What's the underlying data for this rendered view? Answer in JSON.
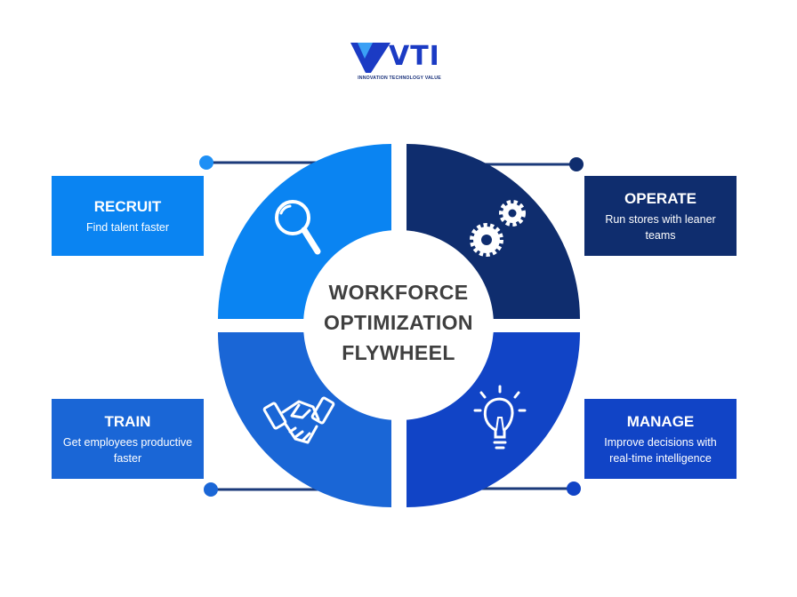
{
  "brand": {
    "name": "VTI",
    "tagline": "INNOVATION TECHNOLOGY VALUE"
  },
  "center": {
    "title": "WORKFORCE OPTIMIZATION FLYWHEEL"
  },
  "quadrants": {
    "recruit": {
      "title": "RECRUIT",
      "description": "Find talent faster",
      "icon": "magnifier-icon",
      "color": "#0a84f2"
    },
    "operate": {
      "title": "OPERATE",
      "description": "Run stores with leaner teams",
      "icon": "gears-icon",
      "color": "#0f2d6e"
    },
    "train": {
      "title": "TRAIN",
      "description": "Get employees productive faster",
      "icon": "handshake-icon",
      "color": "#1a66d6"
    },
    "manage": {
      "title": "MANAGE",
      "description": "Improve decisions with real-time intelligence",
      "icon": "lightbulb-icon",
      "color": "#1144c6"
    }
  }
}
